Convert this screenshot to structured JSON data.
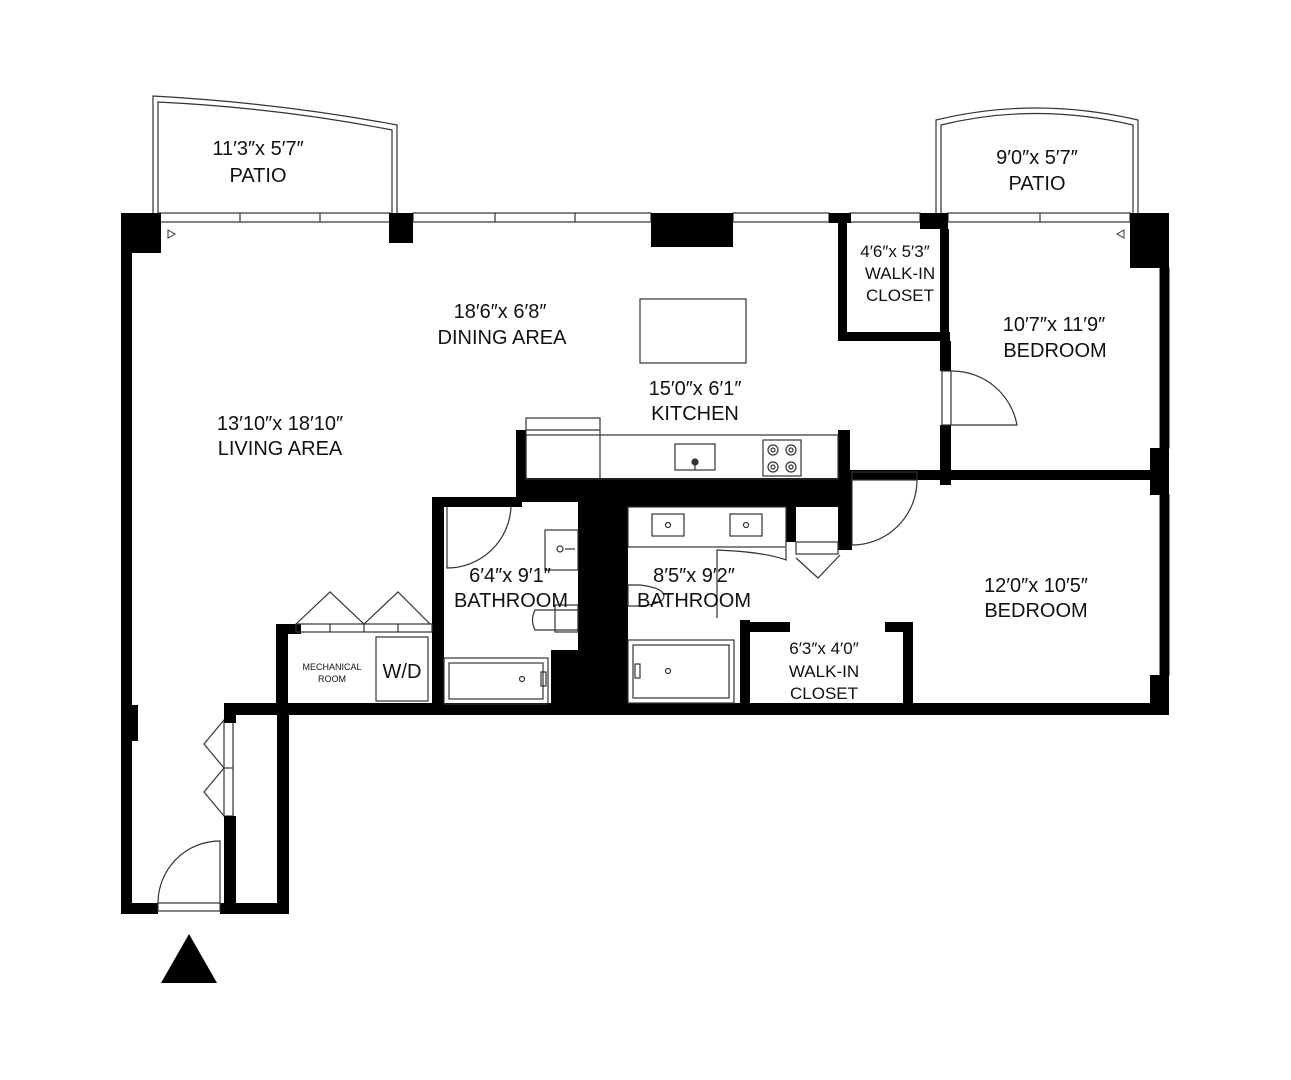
{
  "rooms": {
    "patio_left": {
      "dims": "11′3″x 5′7″",
      "name": "PATIO"
    },
    "patio_right": {
      "dims": "9′0″x 5′7″",
      "name": "PATIO"
    },
    "dining": {
      "dims": "18′6″x 6′8″",
      "name": "DINING AREA"
    },
    "kitchen": {
      "dims": "15′0″x 6′1″",
      "name": "KITCHEN"
    },
    "living": {
      "dims": "13′10″x 18′10″",
      "name": "LIVING AREA"
    },
    "walkin_top": {
      "dims": "4′6″x 5′3″",
      "name1": "WALK-IN",
      "name2": "CLOSET"
    },
    "bedroom_top": {
      "dims": "10′7″x 11′9″",
      "name": "BEDROOM"
    },
    "bath_left": {
      "dims": "6′4″x 9′1″",
      "name": "BATHROOM"
    },
    "bath_mid": {
      "dims": "8′5″x 9′2″",
      "name": "BATHROOM"
    },
    "bedroom_bottom": {
      "dims": "12′0″x 10′5″",
      "name": "BEDROOM"
    },
    "walkin_bottom": {
      "dims": "6′3″x 4′0″",
      "name1": "WALK-IN",
      "name2": "CLOSET"
    },
    "mechanical": {
      "name1": "MECHANICAL",
      "name2": "ROOM"
    },
    "laundry": {
      "name": "W/D"
    }
  },
  "icons": {
    "entry": "entry-arrow-icon",
    "sink": "sink-icon",
    "stove": "stove-icon",
    "tub": "bathtub-icon",
    "toilet": "toilet-icon"
  },
  "colors": {
    "wall": "#000000",
    "background": "#ffffff",
    "line": "#333333"
  }
}
